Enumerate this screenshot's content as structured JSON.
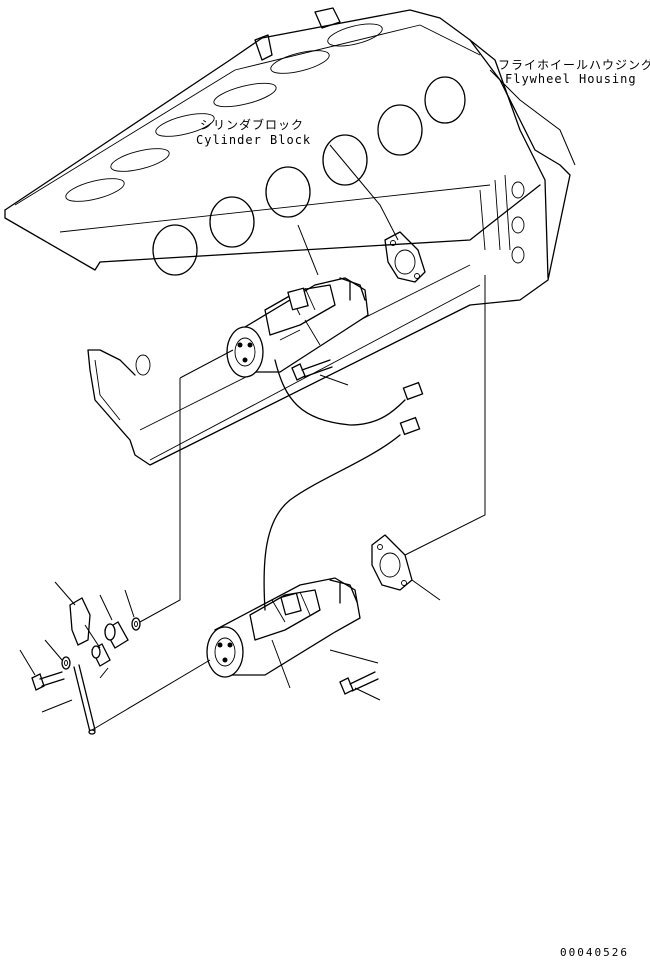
{
  "labels": {
    "flywheel_housing_jp": "フライホイールハウジング",
    "flywheel_housing_en": "Flywheel Housing",
    "cylinder_block_jp": "シリンダブロック",
    "cylinder_block_en": "Cylinder Block",
    "drawing_number": "00040526"
  },
  "icons": [
    "engine-block-outline",
    "starter-motor-shape",
    "gasket-shape",
    "bolt-shape",
    "washer-shape",
    "wire-harness-shape"
  ]
}
